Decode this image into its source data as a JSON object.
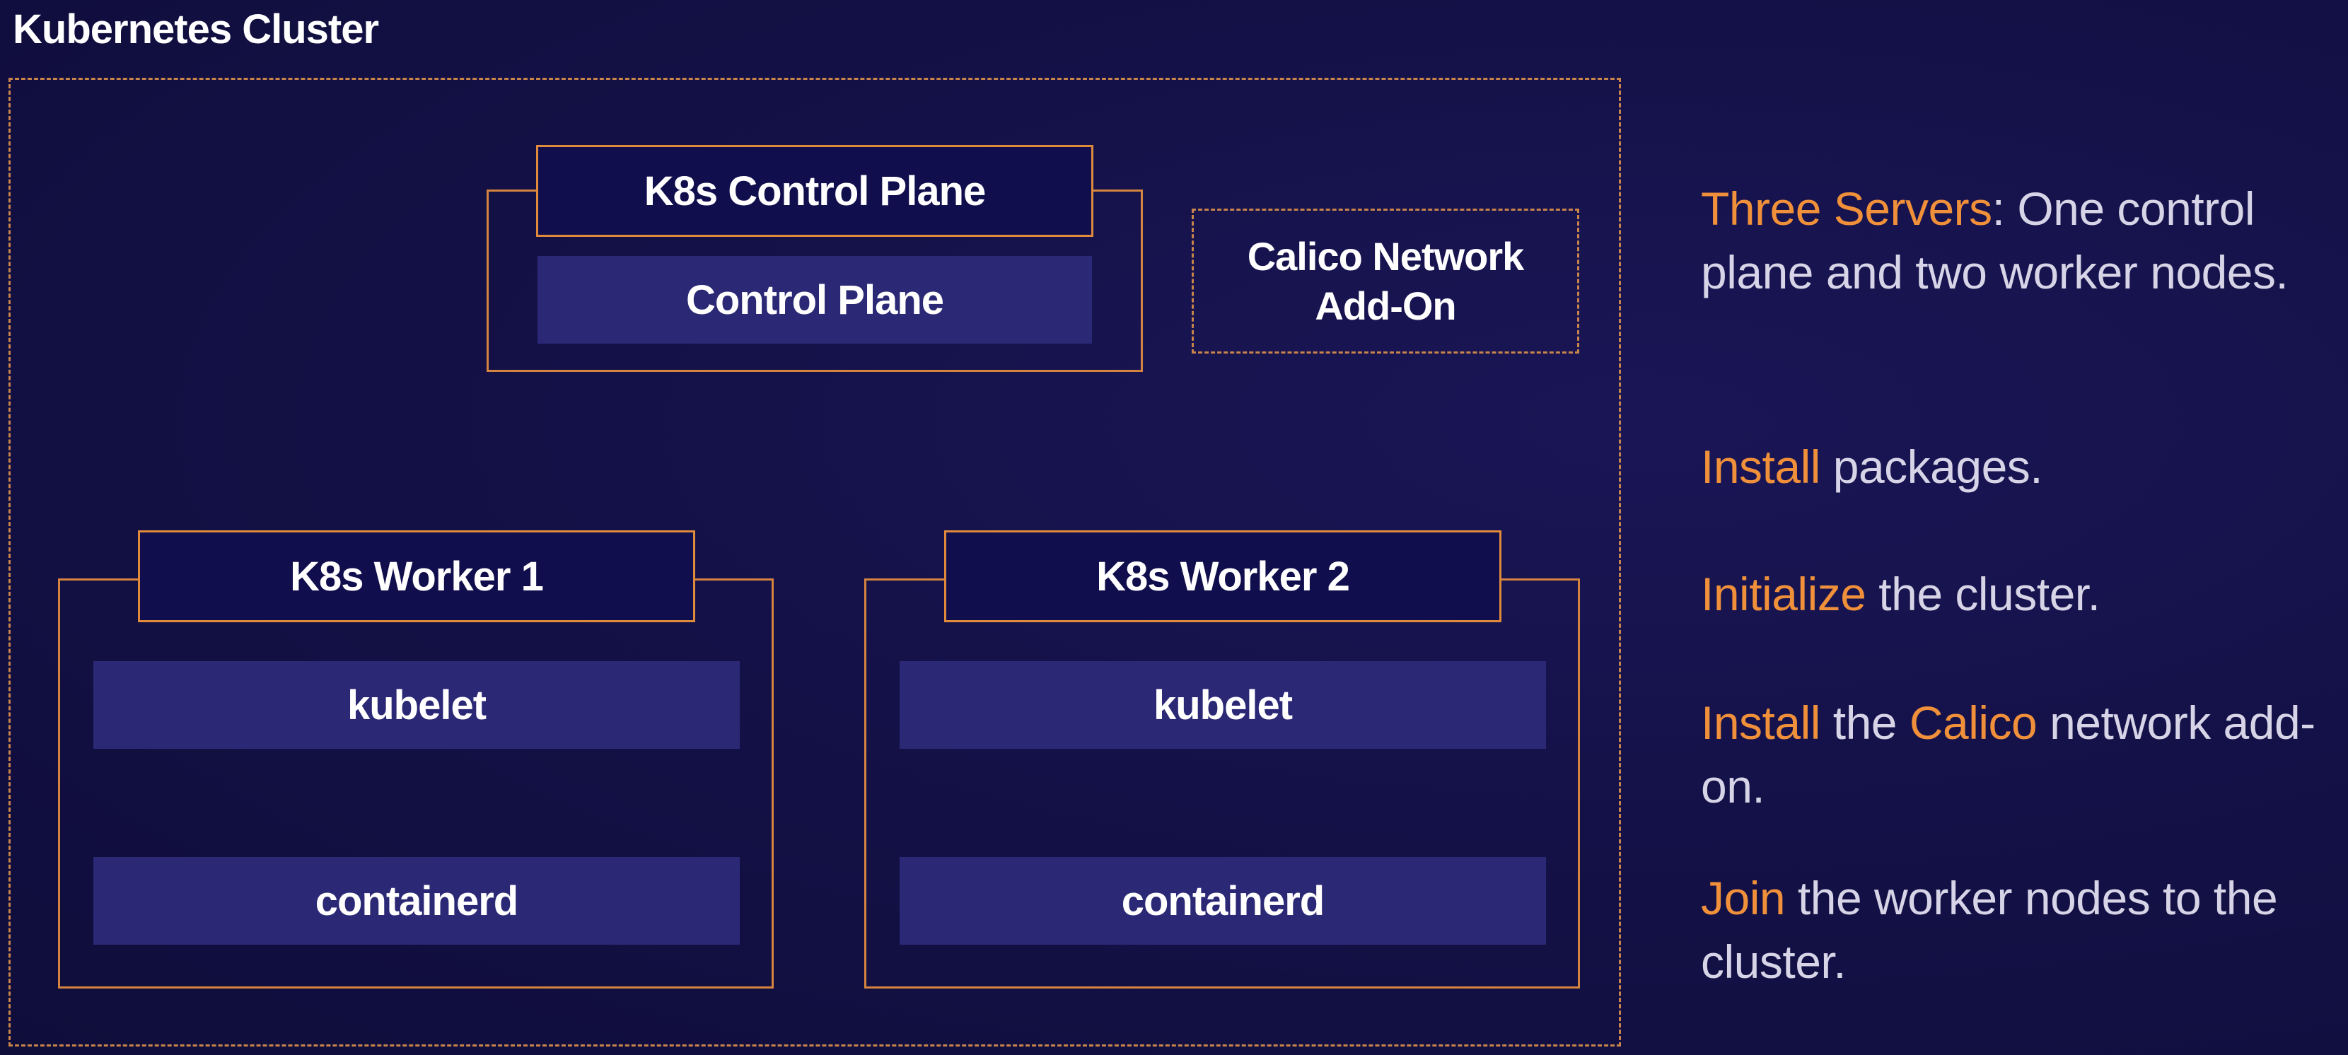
{
  "title": "Kubernetes Cluster",
  "control_plane": {
    "header": "K8s Control Plane",
    "component": "Control Plane"
  },
  "addon": {
    "line1": "Calico Network",
    "line2": "Add-On"
  },
  "workers": [
    {
      "header": "K8s Worker 1",
      "components": [
        "kubelet",
        "containerd"
      ]
    },
    {
      "header": "K8s Worker 2",
      "components": [
        "kubelet",
        "containerd"
      ]
    }
  ],
  "steps": [
    {
      "parts": [
        {
          "text": "Three Servers",
          "highlight": true
        },
        {
          "text": ": One control plane and two worker nodes.",
          "highlight": false
        }
      ]
    },
    {
      "parts": [
        {
          "text": "Install",
          "highlight": true
        },
        {
          "text": " packages.",
          "highlight": false
        }
      ]
    },
    {
      "parts": [
        {
          "text": "Initialize",
          "highlight": true
        },
        {
          "text": " the cluster.",
          "highlight": false
        }
      ]
    },
    {
      "parts": [
        {
          "text": "Install",
          "highlight": true
        },
        {
          "text": " the ",
          "highlight": false
        },
        {
          "text": "Calico",
          "highlight": true
        },
        {
          "text": " network add-on.",
          "highlight": false
        }
      ]
    },
    {
      "parts": [
        {
          "text": "Join",
          "highlight": true
        },
        {
          "text": " the worker nodes to the cluster.",
          "highlight": false
        }
      ]
    }
  ],
  "colors": {
    "accent": "#f0903a",
    "border": "#d4843e",
    "header_bg": "#110e4d",
    "component_bg": "#2b2875",
    "background": "#141148"
  }
}
